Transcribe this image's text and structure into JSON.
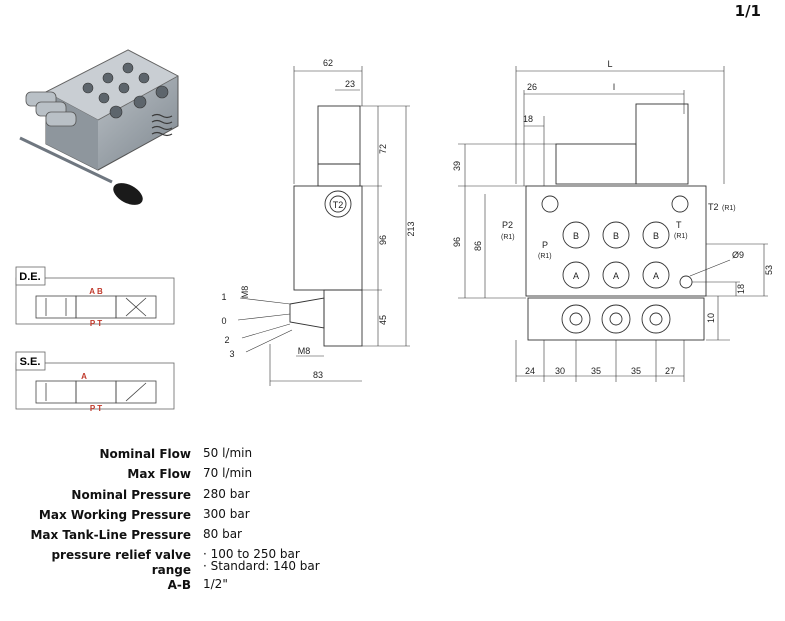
{
  "page": {
    "number": "1/1"
  },
  "schematics": {
    "de": {
      "label": "D.E.",
      "ports_top": "A B",
      "ports_bottom": "P T"
    },
    "se": {
      "label": "S.E.",
      "ports_top": "A",
      "ports_bottom": "P T"
    }
  },
  "side_view": {
    "dims": {
      "width_top": "62",
      "top_small": "23",
      "h1": "72",
      "h2": "96",
      "h3": "45",
      "total": "213",
      "bottom_width": "83",
      "thread_side": "M8",
      "thread_bottom": "M8"
    },
    "port_label": "T2",
    "lever_positions": [
      "1",
      "0",
      "2",
      "3"
    ]
  },
  "front_view": {
    "dims": {
      "L": "L",
      "l": "l",
      "d26": "26",
      "d18": "18",
      "d39": "39",
      "d96": "96",
      "d86": "86",
      "d53": "53",
      "d18b": "18",
      "d10": "10",
      "hole": "Ø9",
      "bottom": [
        "24",
        "30",
        "35",
        "35",
        "27"
      ]
    },
    "ports": {
      "b": "B",
      "a": "A",
      "t2": "T2",
      "r1": "(R1)",
      "p2": "P2",
      "p": "P",
      "t": "T"
    }
  },
  "specs": [
    {
      "label": "Nominal Flow",
      "value": [
        "50 l/min"
      ]
    },
    {
      "label": "Max Flow",
      "value": [
        "70 l/min"
      ]
    },
    {
      "label": "Nominal Pressure",
      "value": [
        "280 bar"
      ]
    },
    {
      "label": "Max Working Pressure",
      "value": [
        "300 bar"
      ]
    },
    {
      "label": "Max Tank-Line Pressure",
      "value": [
        "80 bar"
      ]
    },
    {
      "label": "pressure relief valve range",
      "value": [
        "· 100 to 250 bar",
        "· Standard: 140 bar"
      ]
    },
    {
      "label": "A-B",
      "value": [
        "1/2\""
      ]
    }
  ],
  "colors": {
    "line": "#333333",
    "metal": "#a9b0b8",
    "knob": "#1a1a1a"
  }
}
